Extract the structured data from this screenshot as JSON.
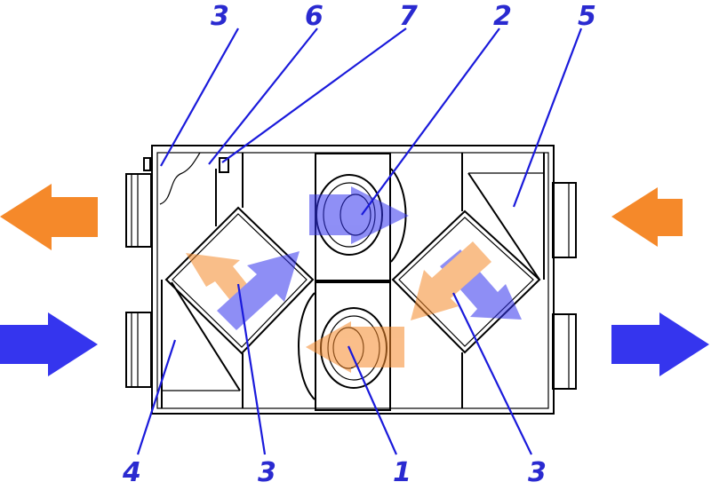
{
  "diagram": {
    "callouts_top": [
      "3",
      "6",
      "7",
      "2",
      "5"
    ],
    "callouts_bottom": [
      "4",
      "3",
      "1",
      "3"
    ],
    "colors": {
      "warm_air": "#f5892a",
      "cold_air": "#3333ee",
      "callout": "#2a2ad0",
      "leader": "#1a1adb"
    }
  }
}
